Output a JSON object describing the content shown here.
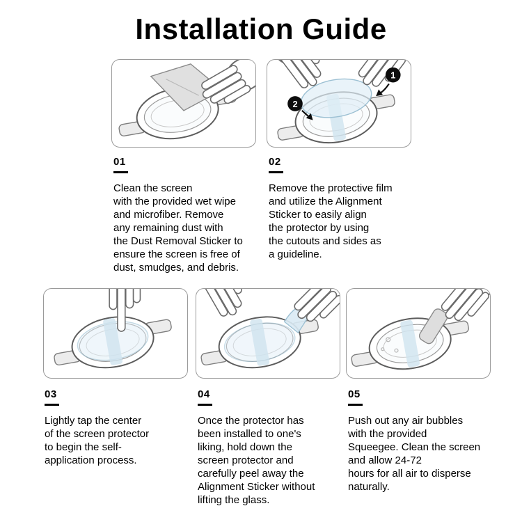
{
  "title": "Installation Guide",
  "steps": [
    {
      "number": "01",
      "text": "Clean the screen\nwith the provided wet wipe\nand microfiber. Remove\nany remaining dust with\nthe Dust Removal Sticker to\nensure the screen is free of\ndust, smudges, and debris."
    },
    {
      "number": "02",
      "text": "Remove the protective film\nand utilize the Alignment\nSticker to easily align\nthe protector by using\nthe cutouts and sides as\na guideline."
    },
    {
      "number": "03",
      "text": "Lightly tap the center\nof the screen protector\nto begin the self-\napplication process."
    },
    {
      "number": "04",
      "text": "Once the protector has\nbeen installed to one's\nliking, hold down the\nscreen protector and\ncarefully peel away the\nAlignment Sticker without\nlifting the glass."
    },
    {
      "number": "05",
      "text": "Push out any air bubbles\nwith the provided\nSqueegee. Clean the screen\nand allow 24-72\nhours for all air to disperse\nnaturally."
    }
  ],
  "step2_markers": {
    "first": "1",
    "second": "2"
  },
  "colors": {
    "ink": "#000000",
    "panel_border": "#9a9a9a",
    "film_blue": "#e0eef6",
    "sticker_blue": "#cfe4ef",
    "cloth_gray": "#e0e0e0"
  }
}
